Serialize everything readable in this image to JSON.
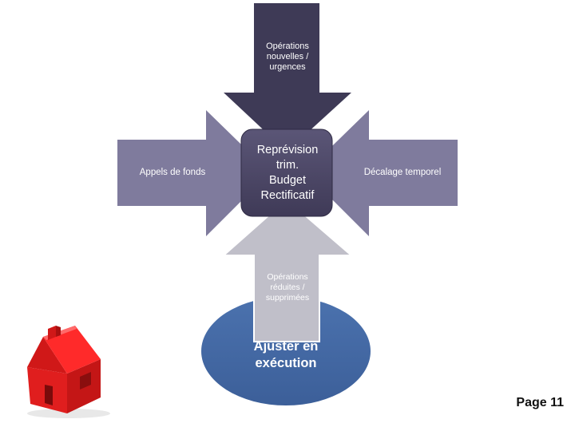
{
  "diagram": {
    "arrows": {
      "top": {
        "label": "Opérations\nnouvelles /\nurgences",
        "color": "#3e3a56"
      },
      "left": {
        "label": "Appels de fonds",
        "color": "#7f7b9d"
      },
      "right": {
        "label": "Décalage temporel",
        "color": "#7f7b9d"
      },
      "bottom": {
        "label": "Opérations\nréduites /\nsupprimées",
        "color": "#c0bfc9"
      }
    },
    "center_box": {
      "label": "Reprévision\ntrim.\nBudget\nRectificatif",
      "color": "#4d4866"
    },
    "oval": {
      "label": "Ajuster en\nexécution",
      "color": "#4269a6"
    }
  },
  "footer": {
    "page_label": "Page 11"
  },
  "icons": {
    "house": "house-icon"
  }
}
